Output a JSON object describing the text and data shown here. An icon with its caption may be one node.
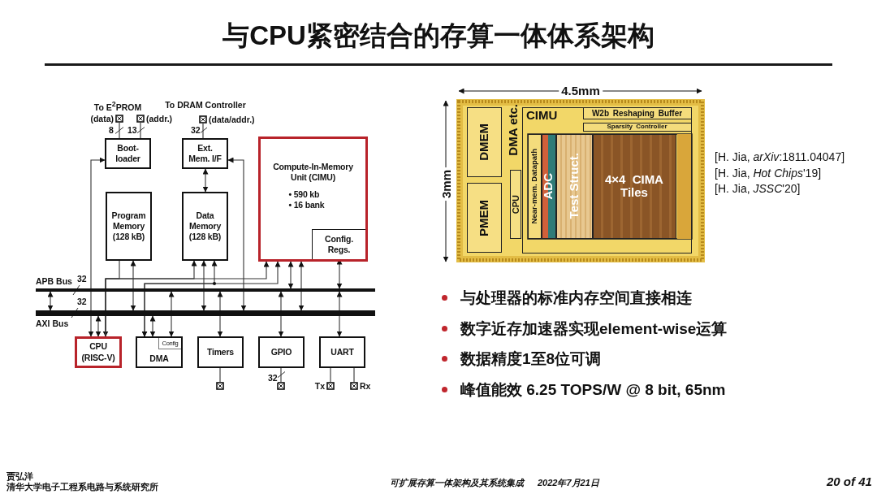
{
  "diagram": {
    "title": "与CPU紧密结合的存算一体体系架构",
    "nodes": [
      {
        "text": [],
        "shape": "box",
        "beside": [
          "(data)"
        ]
      },
      {
        "text": [],
        "shape": "box",
        "beside": [
          "(addr.)"
        ]
      },
      {
        "text": [],
        "shape": "box",
        "beside": [
          "(data/addr.)"
        ]
      },
      {
        "text": [
          "Boot-loader"
        ]
      },
      {
        "text": [
          "Ext. Mem. I/F"
        ]
      },
      {
        "text": [
          "Compute-In-Memory Unit (CIMU)",
          "• 590 kb",
          "• 16 bank"
        ]
      },
      {
        "text": [
          "Config. Regs."
        ],
        "in": 5
      },
      {
        "text": [
          "Program Memory (128 kB)"
        ]
      },
      {
        "text": [
          "Data Memory (128 kB)"
        ]
      },
      {
        "text": [
          "APB Bus"
        ]
      },
      {
        "text": [
          "AXI Bus"
        ]
      },
      {
        "text": [
          "CPU (RISC-V)"
        ]
      },
      {
        "text": [
          "DMA"
        ]
      },
      {
        "text": [
          "Config"
        ],
        "in": 12
      },
      {
        "text": [
          "Timers"
        ]
      },
      {
        "text": [
          "GPIO"
        ]
      },
      {
        "text": [
          "UART"
        ]
      },
      {
        "text": [],
        "shape": "box"
      },
      {
        "text": [],
        "shape": "box"
      },
      {
        "text": [],
        "shape": "box",
        "beside": [
          "Tx"
        ]
      },
      {
        "text": [],
        "shape": "box",
        "beside": [
          "Rx"
        ]
      },
      {
        "text": [
          "DMEM"
        ]
      },
      {
        "text": [
          "PMEM"
        ]
      },
      {
        "text": [
          "CPU"
        ]
      },
      {
        "text": [
          "CIMU"
        ]
      },
      {
        "text": [
          "W2b Reshaping Buffer"
        ],
        "in": 24
      },
      {
        "text": [
          "Sparsity Controller"
        ],
        "in": 24
      },
      {
        "text": [
          "Near-mem. Datapath"
        ],
        "in": 24
      },
      {
        "text": [
          "ADC"
        ],
        "in": 24
      },
      {
        "text": [
          "Test Struct."
        ],
        "in": 24
      },
      {
        "text": [
          "4×4 CIMA Tiles"
        ],
        "in": 24
      }
    ],
    "edges": [
      {
        "from": 0,
        "to": 3,
        "arrow": "none",
        "label": "8"
      },
      {
        "from": 1,
        "to": 3,
        "arrow": "none",
        "label": "13"
      },
      {
        "from": 2,
        "to": 4,
        "arrow": "none",
        "label": "32"
      },
      {
        "from": 4,
        "to": 8,
        "arrow": "both"
      },
      {
        "from": 9,
        "to": 10,
        "arrow": "both"
      },
      {
        "from": 3,
        "to": 11,
        "arrow": "both"
      },
      {
        "from": 10,
        "to": 11,
        "arrow": "both"
      },
      {
        "from": 7,
        "to": 11,
        "arrow": "to"
      },
      {
        "from": 11,
        "to": 8,
        "arrow": "to"
      },
      {
        "from": 11,
        "to": 5,
        "arrow": "to"
      },
      {
        "from": 12,
        "to": 8,
        "arrow": "both"
      },
      {
        "from": 12,
        "to": 5,
        "arrow": "both"
      },
      {
        "from": 10,
        "to": 7,
        "arrow": "both"
      },
      {
        "from": 10,
        "to": 8,
        "arrow": "both"
      },
      {
        "from": 10,
        "to": 4,
        "arrow": "both"
      },
      {
        "from": 9,
        "to": 5,
        "arrow": "both"
      },
      {
        "from": 10,
        "to": 5,
        "arrow": "both"
      },
      {
        "from": 9,
        "to": 6,
        "arrow": "both"
      },
      {
        "from": 10,
        "to": 12,
        "arrow": "both"
      },
      {
        "from": 9,
        "to": 12,
        "arrow": "both"
      },
      {
        "from": 9,
        "to": 14,
        "arrow": "both"
      },
      {
        "from": 9,
        "to": 15,
        "arrow": "both"
      },
      {
        "from": 9,
        "to": 16,
        "arrow": "both"
      },
      {
        "from": 14,
        "to": 17,
        "arrow": "none"
      },
      {
        "from": 15,
        "to": 18,
        "arrow": "none",
        "label": "32"
      },
      {
        "from": 16,
        "to": 19,
        "arrow": "none"
      },
      {
        "from": 16,
        "to": 20,
        "arrow": "none"
      }
    ],
    "labels": [
      "To E$^{2}$PROM",
      "To DRAM Controller",
      "32",
      "32",
      "DMA etc.",
      "4.5mm",
      "3mm",
      "[H. Jia, *arXiv*:1811.04047]",
      "[H. Jia, *Hot Chips*'19]",
      "[H. Jia, *JSSC*'20]",
      "与处理器的标准内存空间直接相连",
      "数字近存加速器实现element-wise运算",
      "数据精度1至8位可调",
      "峰值能效 6.25 TOPS/W @ 8 bit, 65nm",
      "贾弘洋",
      "清华大学电子工程系电路与系统研究所",
      "可扩展存算一体架构及其系统集成",
      "2022年7月21日",
      "20 of 41"
    ]
  }
}
